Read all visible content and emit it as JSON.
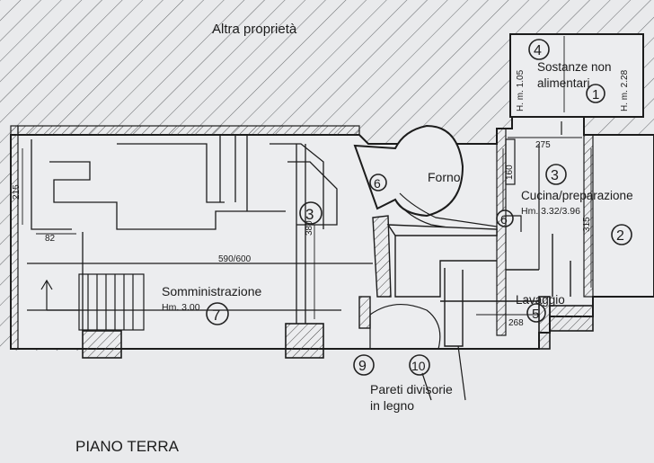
{
  "title": "PIANO TERRA",
  "neighbor_label": "Altra proprietà",
  "rooms": {
    "storage": {
      "name_line1": "Sostanze non",
      "name_line2": "alimentari",
      "height_left": "H. m. 1.05",
      "height_right": "H. m. 2.28",
      "circled_numbers": [
        "4",
        "1"
      ]
    },
    "oven": {
      "name": "Forno",
      "circled_number": "6"
    },
    "kitchen": {
      "name": "Cucina/preparazione",
      "height": "Hm. 3.32/3.96",
      "circled_numbers": [
        "3",
        "2",
        "6"
      ]
    },
    "dining": {
      "name": "Somministrazione",
      "height": "Hm. 3.00",
      "circled_numbers": [
        "7",
        "3"
      ]
    },
    "wash": {
      "name": "Lavaggio",
      "circled_number": "5"
    },
    "partitions": {
      "line1": "Pareti divisorie",
      "line2": "in legno",
      "circled_numbers": [
        "9",
        "10"
      ]
    }
  },
  "dimensions": {
    "left_height": "215",
    "left_width": "82",
    "main_width": "590/600",
    "center_height": "380",
    "kitchen_width": "275",
    "kitchen_left": "160",
    "kitchen_right": "315",
    "wash_width": "268"
  },
  "colors": {
    "background": "#e9eaec",
    "ink": "#1c1c1c",
    "hatch": "#6f7174"
  }
}
